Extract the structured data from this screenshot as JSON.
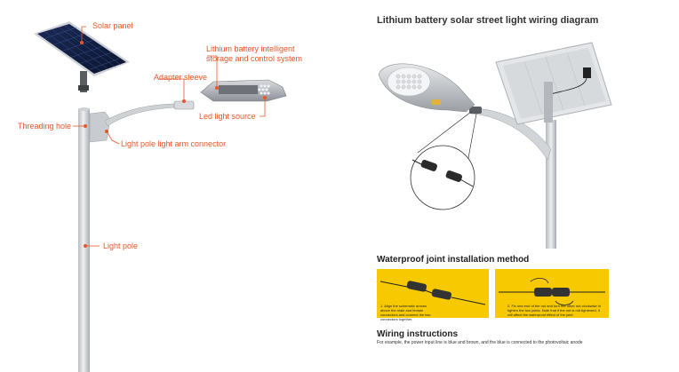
{
  "left": {
    "labels": {
      "solar_panel": "Solar panel",
      "battery_line1": "Lithium battery intelligent",
      "battery_line2": "storage and control system",
      "adapter": "Adapter sleeve",
      "led": "Led light source",
      "threading": "Threading hole",
      "arm_connector": "Light pole light arm connector",
      "pole": "Light pole"
    },
    "accent_color": "#e8562a"
  },
  "right": {
    "title": "Lithium battery solar street light wiring diagram",
    "waterproof_title": "Waterproof joint installation method",
    "step1": "1. Align the schematic arrows above the male and female connectors and connect the two connectors together.",
    "step2": "2. Fix one end of the nut and turn the other nut clockwise to tighten the two joints. Note that if the nut is not tightened, it will affect the waterproof effect of the joint.",
    "wiring_title": "Wiring instructions",
    "wiring_text": "For example, the power input line is blue and brown, and the blue is connected to the photovoltaic anode",
    "panel_color": "#f6c900"
  }
}
